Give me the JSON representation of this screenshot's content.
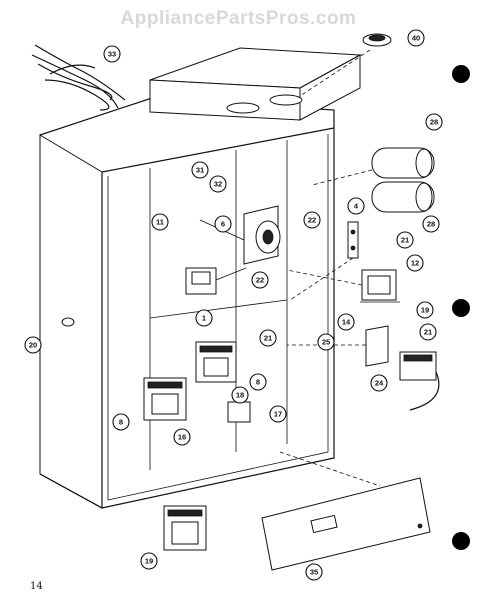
{
  "watermark": "AppliancePartsPros.com",
  "page_number": "14",
  "callouts": [
    {
      "id": "c33",
      "label": "33"
    },
    {
      "id": "c40",
      "label": "40"
    },
    {
      "id": "c28a",
      "label": "28"
    },
    {
      "id": "c28b",
      "label": "28"
    },
    {
      "id": "c31",
      "label": "31"
    },
    {
      "id": "c32",
      "label": "32"
    },
    {
      "id": "c11",
      "label": "11"
    },
    {
      "id": "c6a",
      "label": "6"
    },
    {
      "id": "c22a",
      "label": "22"
    },
    {
      "id": "c4",
      "label": "4"
    },
    {
      "id": "c21a",
      "label": "21"
    },
    {
      "id": "c12",
      "label": "12"
    },
    {
      "id": "c22b",
      "label": "22"
    },
    {
      "id": "c1",
      "label": "1"
    },
    {
      "id": "c19a",
      "label": "19"
    },
    {
      "id": "c14",
      "label": "14"
    },
    {
      "id": "c21b",
      "label": "21"
    },
    {
      "id": "c25",
      "label": "25"
    },
    {
      "id": "c21c",
      "label": "21"
    },
    {
      "id": "c20",
      "label": "20"
    },
    {
      "id": "c24",
      "label": "24"
    },
    {
      "id": "c8a",
      "label": "8"
    },
    {
      "id": "c18",
      "label": "18"
    },
    {
      "id": "c8b",
      "label": "8"
    },
    {
      "id": "c17",
      "label": "17"
    },
    {
      "id": "c16",
      "label": "16"
    },
    {
      "id": "c19b",
      "label": "19"
    },
    {
      "id": "c35",
      "label": "35"
    }
  ]
}
